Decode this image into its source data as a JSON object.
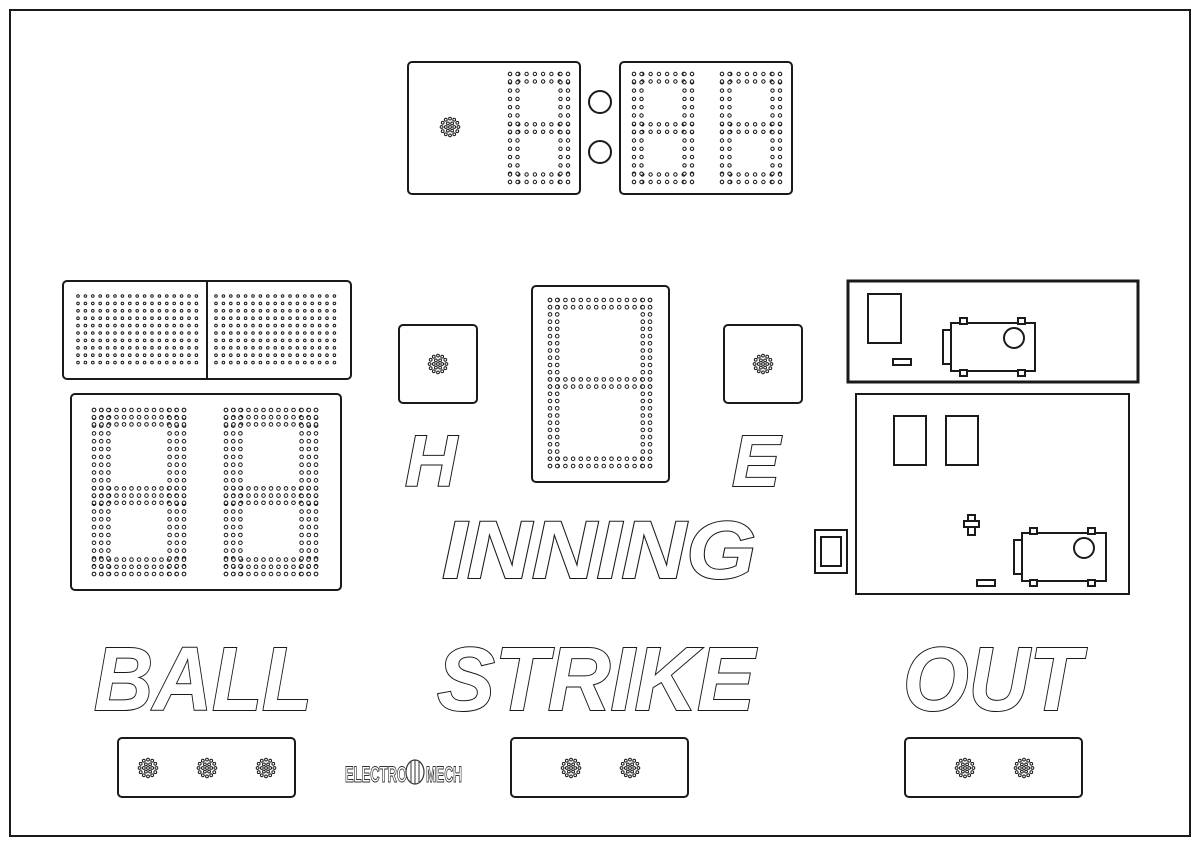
{
  "labels": {
    "home": "H",
    "errors": "E",
    "inning": "INNING",
    "ball": "BALL",
    "strike": "STRIKE",
    "out": "OUT"
  },
  "logo": {
    "left": "ELECTRO",
    "right": "MECH"
  },
  "indicators": {
    "balls": 3,
    "strikes": 2,
    "outs": 2
  },
  "colors": {
    "outline": "#1a1a1a",
    "background": "#ffffff"
  }
}
